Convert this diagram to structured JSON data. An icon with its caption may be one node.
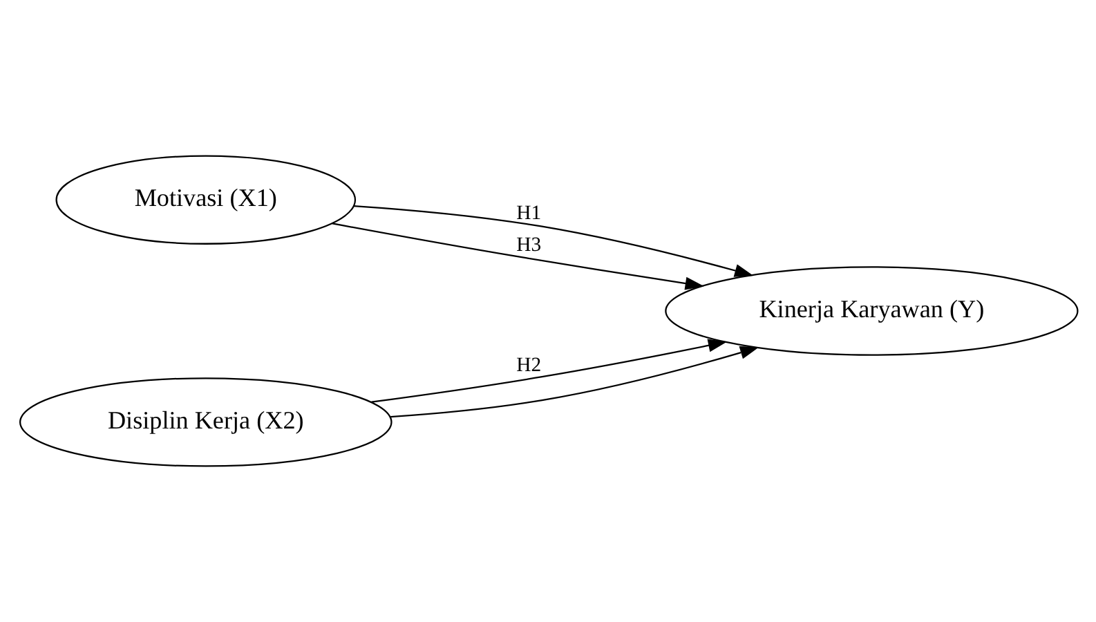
{
  "diagram": {
    "nodes": [
      {
        "text": [
          "Motivasi (X1)"
        ]
      },
      {
        "text": [
          "Disiplin Kerja (X2)"
        ]
      },
      {
        "text": [
          "Kinerja Karyawan (Y)"
        ]
      }
    ],
    "edges": [
      {
        "from": 0,
        "to": 2,
        "arrow": "to",
        "label": "H1"
      },
      {
        "from": 1,
        "to": 2,
        "arrow": "to",
        "label": "H2"
      },
      {
        "from": 0,
        "to": 2,
        "arrow": "to",
        "label": "H3"
      },
      {
        "from": 1,
        "to": 2,
        "arrow": "to"
      }
    ]
  }
}
